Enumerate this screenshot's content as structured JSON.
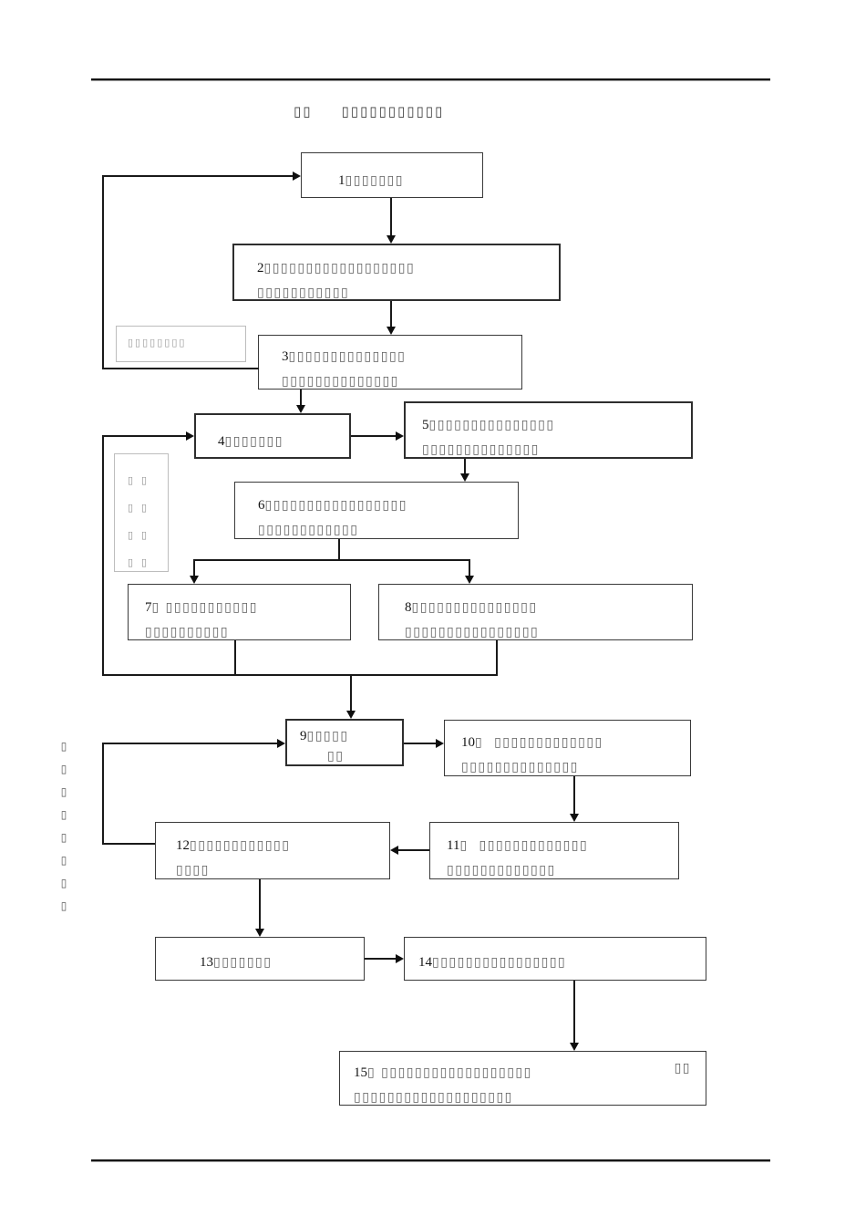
{
  "title": {
    "prefix": "▯▯",
    "main": "▯▯▯▯▯▯▯▯▯▯▯"
  },
  "boxes": {
    "b1": {
      "num": "1",
      "l1": "▯▯▯▯▯▯▯"
    },
    "b2": {
      "num": "2",
      "l1": "▯▯▯▯▯▯▯▯▯▯▯▯▯▯▯▯▯▯",
      "l2": "▯▯▯▯▯▯▯▯▯▯▯"
    },
    "b3": {
      "num": "3",
      "l1": "▯▯▯▯▯▯▯▯▯▯▯▯▯▯",
      "l2": "▯▯▯▯▯▯▯▯▯▯▯▯▯▯"
    },
    "b4": {
      "num": "4",
      "l1": "▯▯▯▯▯▯▯"
    },
    "b5": {
      "num": "5",
      "l1": "▯▯▯▯▯▯▯▯▯▯▯▯▯▯▯",
      "l2": "▯▯▯▯▯▯▯▯▯▯▯▯▯▯"
    },
    "b6": {
      "num": "6",
      "l1": "▯▯▯▯▯▯▯▯▯▯▯▯▯▯▯▯▯",
      "l2": "▯▯▯▯▯▯▯▯▯▯▯▯"
    },
    "b7": {
      "num": "7",
      "l1": "▯ ▯▯▯▯▯▯▯▯▯▯▯",
      "l2": "▯▯▯▯▯▯▯▯▯▯"
    },
    "b8": {
      "num": "8",
      "l1": "▯▯▯▯▯▯▯▯▯▯▯▯▯▯▯",
      "l2": "▯▯▯▯▯▯▯▯▯▯▯▯▯▯▯▯"
    },
    "b9": {
      "num": "9",
      "l1": "▯▯▯▯▯",
      "l2": "▯▯"
    },
    "b10": {
      "num": "10",
      "l1": "▯  ▯▯▯▯▯▯▯▯▯▯▯▯▯",
      "l2": "▯▯▯▯▯▯▯▯▯▯▯▯▯▯"
    },
    "b11": {
      "num": "11",
      "l1": "▯  ▯▯▯▯▯▯▯▯▯▯▯▯▯",
      "l2": "▯▯▯▯▯▯▯▯▯▯▯▯▯"
    },
    "b12": {
      "num": "12",
      "l1": "▯▯▯▯▯▯▯▯▯▯▯▯",
      "l2": "▯▯▯▯"
    },
    "b13": {
      "num": "13",
      "l1": "▯▯▯▯▯▯▯"
    },
    "b14": {
      "num": "14",
      "l1": "▯▯▯▯▯▯▯▯▯▯▯▯▯▯▯▯"
    },
    "b15": {
      "num": "15",
      "l1": "▯ ▯▯▯▯▯▯▯▯▯▯▯▯▯▯▯▯▯▯",
      "l1b": "▯▯",
      "l2": "▯▯▯▯▯▯▯▯▯▯▯▯▯▯▯▯▯▯▯"
    }
  },
  "labels": {
    "reject_note": "▯▯▯▯▯▯▯▯",
    "side_grid": "▯▯\n▯▯\n▯▯\n▯▯",
    "left_column": "▯\n▯\n▯\n▯\n▯\n▯\n▯\n▯"
  }
}
